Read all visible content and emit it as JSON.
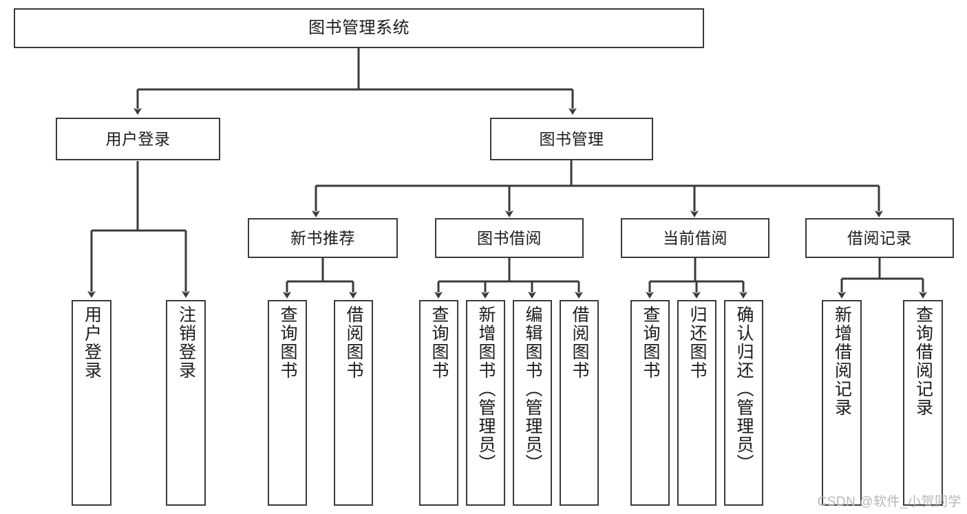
{
  "diagram": {
    "title": "图书管理系统",
    "type": "tree",
    "stroke_color": "#3a3a3a",
    "background_color": "#ffffff",
    "text_color": "#1b1b1b",
    "watermark": "CSDN @软件_小贺同学",
    "nodes": {
      "root": "图书管理系统",
      "level1": [
        "用户登录",
        "图书管理"
      ],
      "level2": [
        "新书推荐",
        "图书借阅",
        "当前借阅",
        "借阅记录"
      ],
      "leaves_user_login": [
        "用户登录",
        "注销登录"
      ],
      "leaves_new_book": [
        "查询图书",
        "借阅图书"
      ],
      "leaves_borrow": [
        "查询图书",
        "新增图书（管理员）",
        "编辑图书（管理员）",
        "借阅图书"
      ],
      "leaves_current": [
        "查询图书",
        "归还图书",
        "确认归还（管理员）"
      ],
      "leaves_record": [
        "新增借阅记录",
        "查询借阅记录"
      ]
    }
  }
}
